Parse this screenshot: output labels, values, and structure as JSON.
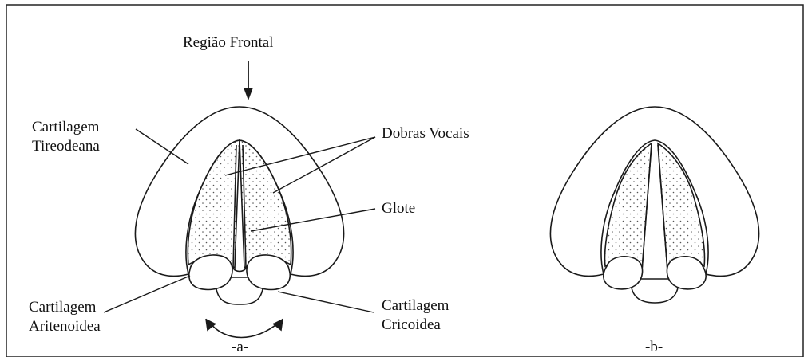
{
  "labels": {
    "frontal_region": "Região Frontal",
    "thyroid_line1": "Cartilagem",
    "thyroid_line2": "Tireodeana",
    "vocal_folds": "Dobras Vocais",
    "glottis": "Glote",
    "arytenoid_line1": "Cartilagem",
    "arytenoid_line2": "Aritenoidea",
    "cricoid_line1": "Cartilagem",
    "cricoid_line2": "Cricoidea",
    "panel_a": "-a-",
    "panel_b": "-b-"
  },
  "colors": {
    "stroke": "#1a1a1a",
    "dots": "#555555",
    "frame": "#222222"
  }
}
